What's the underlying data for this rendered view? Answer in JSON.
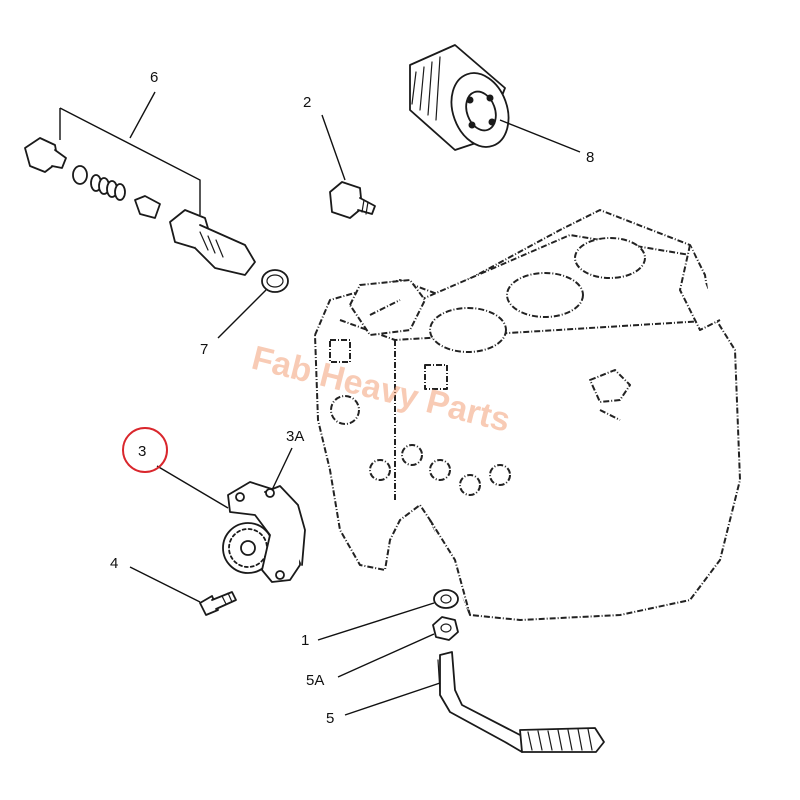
{
  "watermark": "Fab Heavy Parts",
  "highlight_color": "#d9262c",
  "watermark_color": "#f4a27a",
  "highlighted_callout": "3",
  "callouts": {
    "c1": "1",
    "c2": "2",
    "c3": "3",
    "c3a": "3A",
    "c4": "4",
    "c5": "5",
    "c5a": "5A",
    "c6": "6",
    "c7": "7",
    "c8": "8"
  }
}
